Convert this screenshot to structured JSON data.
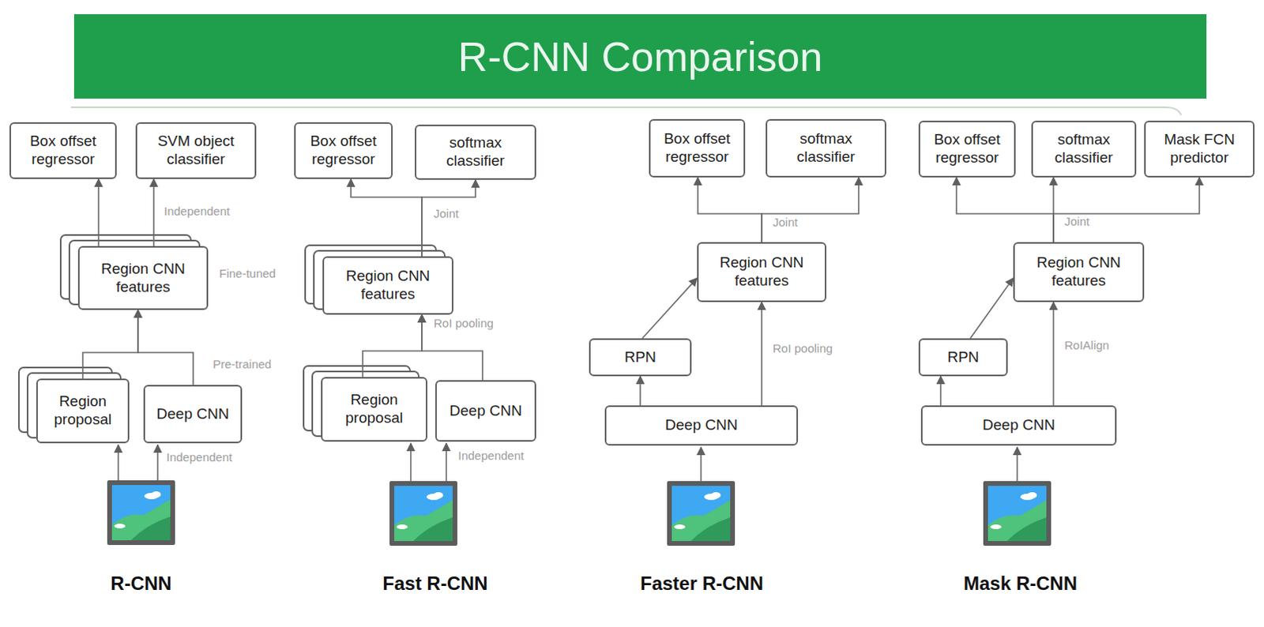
{
  "diagram": {
    "title": "R-CNN Comparison",
    "nodes": [
      {
        "text": [
          "Box offset regressor"
        ]
      },
      {
        "text": [
          "SVM object classifier"
        ]
      },
      {
        "text": [
          "Region CNN features"
        ]
      },
      {
        "text": [
          "Region proposal"
        ]
      },
      {
        "text": [
          "Deep CNN"
        ]
      },
      {
        "text": [
          "Box offset regressor"
        ]
      },
      {
        "text": [
          "softmax classifier"
        ]
      },
      {
        "text": [
          "Region CNN features"
        ]
      },
      {
        "text": [
          "Region proposal"
        ]
      },
      {
        "text": [
          "Deep CNN"
        ]
      },
      {
        "text": [
          "Box offset regressor"
        ]
      },
      {
        "text": [
          "softmax classifier"
        ]
      },
      {
        "text": [
          "Region CNN features"
        ]
      },
      {
        "text": [
          "RPN"
        ]
      },
      {
        "text": [
          "Deep CNN"
        ]
      },
      {
        "text": [
          "Box offset regressor"
        ]
      },
      {
        "text": [
          "softmax classifier"
        ]
      },
      {
        "text": [
          "Mask FCN predictor"
        ]
      },
      {
        "text": [
          "Region CNN features"
        ]
      },
      {
        "text": [
          "RPN"
        ]
      },
      {
        "text": [
          "Deep CNN"
        ]
      }
    ],
    "edges": [
      {
        "from": 2,
        "to": 0,
        "arrow": "to"
      },
      {
        "from": 2,
        "to": 1,
        "arrow": "to"
      },
      {
        "from": 3,
        "to": 2,
        "arrow": "to"
      },
      {
        "from": 4,
        "to": 2,
        "arrow": "to"
      },
      {
        "from": 7,
        "to": 5,
        "arrow": "to"
      },
      {
        "from": 7,
        "to": 6,
        "arrow": "to"
      },
      {
        "from": 8,
        "to": 7,
        "arrow": "to"
      },
      {
        "from": 9,
        "to": 7,
        "arrow": "to"
      },
      {
        "from": 12,
        "to": 10,
        "arrow": "to"
      },
      {
        "from": 12,
        "to": 11,
        "arrow": "to"
      },
      {
        "from": 13,
        "to": 12,
        "arrow": "to"
      },
      {
        "from": 14,
        "to": 13,
        "arrow": "to"
      },
      {
        "from": 14,
        "to": 12,
        "arrow": "to"
      },
      {
        "from": 18,
        "to": 15,
        "arrow": "to"
      },
      {
        "from": 18,
        "to": 16,
        "arrow": "to"
      },
      {
        "from": 18,
        "to": 17,
        "arrow": "to"
      },
      {
        "from": 19,
        "to": 18,
        "arrow": "to"
      },
      {
        "from": 20,
        "to": 19,
        "arrow": "to"
      },
      {
        "from": 20,
        "to": 18,
        "arrow": "to"
      }
    ],
    "labels": [
      "Independent",
      "Fine-tuned",
      "Pre-trained",
      "Independent",
      "R-CNN",
      "Joint",
      "RoI pooling",
      "Independent",
      "Fast R-CNN",
      "Joint",
      "RoI pooling",
      "Faster R-CNN",
      "Joint",
      "RoIAlign",
      "Mask R-CNN"
    ]
  }
}
